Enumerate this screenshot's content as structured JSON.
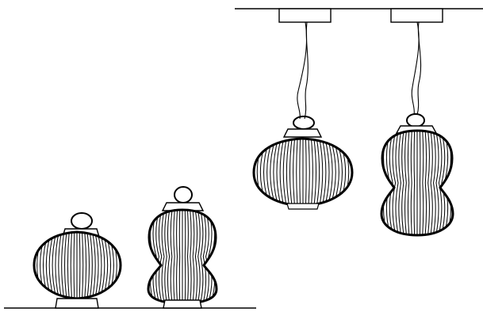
{
  "drawing": {
    "style": "line-art",
    "stroke_color": "#000000",
    "background": "#ffffff",
    "lamps": [
      {
        "name": "table-lamp-round",
        "mount": "floor",
        "shape": "round"
      },
      {
        "name": "table-lamp-double",
        "mount": "floor",
        "shape": "double"
      },
      {
        "name": "pendant-lamp-round",
        "mount": "ceiling",
        "shape": "round"
      },
      {
        "name": "pendant-lamp-double",
        "mount": "ceiling",
        "shape": "double"
      }
    ]
  }
}
